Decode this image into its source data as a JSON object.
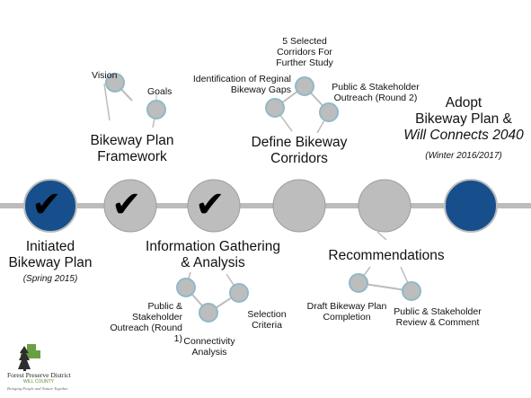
{
  "colors": {
    "line": "#bcbcbc",
    "complete": "#174f8c",
    "pending": "#bdbdbd",
    "adopt": "#174f8c",
    "check": "#000000"
  },
  "milestones": [
    {
      "id": "initiated",
      "title_lines": [
        "Initiated",
        "Bikeway Plan"
      ],
      "subtitle": "(Spring 2015)",
      "status": "complete",
      "checked": true
    },
    {
      "id": "framework",
      "title_lines": [
        "Bikeway Plan",
        "Framework"
      ],
      "status": "complete",
      "checked": true
    },
    {
      "id": "info",
      "title_lines": [
        "Information Gathering",
        "& Analysis"
      ],
      "status": "complete",
      "checked": true
    },
    {
      "id": "corridors",
      "title_lines": [
        "Define Bikeway",
        "Corridors"
      ],
      "status": "pending",
      "checked": false
    },
    {
      "id": "recommendations",
      "title_lines": [
        "Recommendations"
      ],
      "status": "pending",
      "checked": false
    },
    {
      "id": "adopt",
      "title_lines": [
        "Adopt",
        "Bikeway Plan &"
      ],
      "title_italic": "Will Connects 2040",
      "subtitle": "(Winter 2016/2017)",
      "status": "adopt",
      "checked": false
    }
  ],
  "substeps": {
    "framework": [
      "Vision",
      "Goals"
    ],
    "corridors": [
      "Identification of Reginal Bikeway Gaps",
      "5 Selected Corridors For Further Study",
      "Public & Stakeholder Outreach (Round 2)"
    ],
    "info": [
      "Public & Stakeholder Outreach (Round 1)",
      "Connectivity Analysis",
      "Selection Criteria"
    ],
    "recommendations": [
      "Draft Bikeway Plan Completion",
      "Public & Stakeholder Review & Comment"
    ]
  },
  "logo": {
    "name": "Forest Preserve District",
    "sub": "WILL COUNTY",
    "tagline": "Bringing People and Nature Together",
    "icon": "pine-tree-logo"
  }
}
